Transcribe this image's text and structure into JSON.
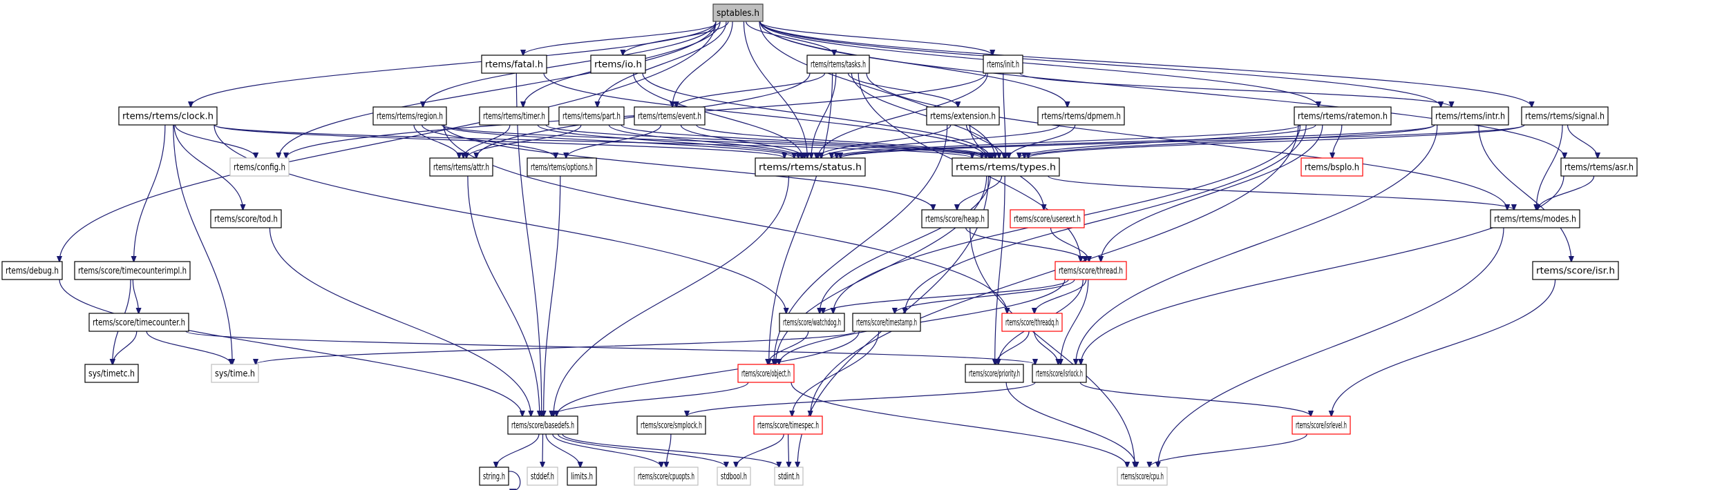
{
  "title": "sptables.h",
  "colors": {
    "edge": "#191970",
    "root_fill": "#bfbfbf",
    "root_border": "#404040",
    "normal_border": "#000000",
    "normal_fill": "#ffffff",
    "external_border": "#bfbfbf",
    "truncated_border": "#ff0000"
  },
  "node_styles": {
    "root": "root node (the documented file)",
    "normal": "documented header",
    "external": "undocumented / system header",
    "truncated": "node with hidden children (red border)"
  },
  "nodes": [
    {
      "id": "sptables",
      "label": "sptables.h",
      "style": "root"
    },
    {
      "id": "fatal",
      "label": "rtems/fatal.h",
      "style": "normal"
    },
    {
      "id": "io",
      "label": "rtems/io.h",
      "style": "normal"
    },
    {
      "id": "tasks",
      "label": "rtems/rtems/tasks.h",
      "style": "normal"
    },
    {
      "id": "init",
      "label": "rtems/init.h",
      "style": "normal"
    },
    {
      "id": "clock",
      "label": "rtems/rtems/clock.h",
      "style": "normal"
    },
    {
      "id": "region",
      "label": "rtems/rtems/region.h",
      "style": "normal"
    },
    {
      "id": "timer",
      "label": "rtems/rtems/timer.h",
      "style": "normal"
    },
    {
      "id": "part",
      "label": "rtems/rtems/part.h",
      "style": "normal"
    },
    {
      "id": "event",
      "label": "rtems/rtems/event.h",
      "style": "normal"
    },
    {
      "id": "extension",
      "label": "rtems/extension.h",
      "style": "normal"
    },
    {
      "id": "dpmem",
      "label": "rtems/rtems/dpmem.h",
      "style": "normal"
    },
    {
      "id": "ratemon",
      "label": "rtems/rtems/ratemon.h",
      "style": "normal"
    },
    {
      "id": "intr",
      "label": "rtems/rtems/intr.h",
      "style": "normal"
    },
    {
      "id": "signal",
      "label": "rtems/rtems/signal.h",
      "style": "normal"
    },
    {
      "id": "config",
      "label": "rtems/config.h",
      "style": "external"
    },
    {
      "id": "attr",
      "label": "rtems/rtems/attr.h",
      "style": "normal"
    },
    {
      "id": "options",
      "label": "rtems/rtems/options.h",
      "style": "normal"
    },
    {
      "id": "status",
      "label": "rtems/rtems/status.h",
      "style": "normal"
    },
    {
      "id": "types",
      "label": "rtems/rtems/types.h",
      "style": "normal"
    },
    {
      "id": "bsplo",
      "label": "rtems/bspIo.h",
      "style": "truncated"
    },
    {
      "id": "asr",
      "label": "rtems/rtems/asr.h",
      "style": "normal"
    },
    {
      "id": "tod",
      "label": "rtems/score/tod.h",
      "style": "normal"
    },
    {
      "id": "heap",
      "label": "rtems/score/heap.h",
      "style": "normal"
    },
    {
      "id": "userext",
      "label": "rtems/score/userext.h",
      "style": "truncated"
    },
    {
      "id": "modes",
      "label": "rtems/rtems/modes.h",
      "style": "normal"
    },
    {
      "id": "debug",
      "label": "rtems/debug.h",
      "style": "normal"
    },
    {
      "id": "tcimpl",
      "label": "rtems/score/timecounterimpl.h",
      "style": "normal"
    },
    {
      "id": "thread",
      "label": "rtems/score/thread.h",
      "style": "truncated"
    },
    {
      "id": "isr",
      "label": "rtems/score/isr.h",
      "style": "normal"
    },
    {
      "id": "timecounter",
      "label": "rtems/score/timecounter.h",
      "style": "normal"
    },
    {
      "id": "watchdog",
      "label": "rtems/score/watchdog.h",
      "style": "normal"
    },
    {
      "id": "timestamp",
      "label": "rtems/score/timestamp.h",
      "style": "normal"
    },
    {
      "id": "threadq",
      "label": "rtems/score/threadq.h",
      "style": "truncated"
    },
    {
      "id": "timetc",
      "label": "sys/timetc.h",
      "style": "normal"
    },
    {
      "id": "systime",
      "label": "sys/time.h",
      "style": "external"
    },
    {
      "id": "object",
      "label": "rtems/score/object.h",
      "style": "truncated"
    },
    {
      "id": "priority",
      "label": "rtems/score/priority.h",
      "style": "normal"
    },
    {
      "id": "isrlock",
      "label": "rtems/score/isrlock.h",
      "style": "normal"
    },
    {
      "id": "basedefs",
      "label": "rtems/score/basedefs.h",
      "style": "normal"
    },
    {
      "id": "smplock",
      "label": "rtems/score/smplock.h",
      "style": "normal"
    },
    {
      "id": "timespec",
      "label": "rtems/score/timespec.h",
      "style": "truncated"
    },
    {
      "id": "isrlevel",
      "label": "rtems/score/isrlevel.h",
      "style": "truncated"
    },
    {
      "id": "string",
      "label": "string.h",
      "style": "normal"
    },
    {
      "id": "stddef",
      "label": "stddef.h",
      "style": "external"
    },
    {
      "id": "limits",
      "label": "limits.h",
      "style": "normal"
    },
    {
      "id": "cpuopts",
      "label": "rtems/score/cpuopts.h",
      "style": "external"
    },
    {
      "id": "stdbool",
      "label": "stdbool.h",
      "style": "external"
    },
    {
      "id": "stdint",
      "label": "stdint.h",
      "style": "external"
    },
    {
      "id": "cpu",
      "label": "rtems/score/cpu.h",
      "style": "external"
    }
  ],
  "edges": [
    [
      "sptables",
      "fatal"
    ],
    [
      "sptables",
      "io"
    ],
    [
      "sptables",
      "tasks"
    ],
    [
      "sptables",
      "init"
    ],
    [
      "sptables",
      "clock"
    ],
    [
      "sptables",
      "region"
    ],
    [
      "sptables",
      "timer"
    ],
    [
      "sptables",
      "part"
    ],
    [
      "sptables",
      "event"
    ],
    [
      "sptables",
      "dpmem"
    ],
    [
      "sptables",
      "ratemon"
    ],
    [
      "sptables",
      "intr"
    ],
    [
      "sptables",
      "signal"
    ],
    [
      "sptables",
      "asr"
    ],
    [
      "sptables",
      "debug"
    ],
    [
      "sptables",
      "config"
    ],
    [
      "sptables",
      "status"
    ],
    [
      "sptables",
      "types"
    ],
    [
      "fatal",
      "basedefs"
    ],
    [
      "fatal",
      "types"
    ],
    [
      "io",
      "status"
    ],
    [
      "io",
      "types"
    ],
    [
      "tasks",
      "event"
    ],
    [
      "tasks",
      "extension"
    ],
    [
      "tasks",
      "status"
    ],
    [
      "tasks",
      "types"
    ],
    [
      "tasks",
      "modes"
    ],
    [
      "tasks",
      "thread"
    ],
    [
      "tasks",
      "object"
    ],
    [
      "tasks",
      "attr"
    ],
    [
      "init",
      "config"
    ],
    [
      "init",
      "types"
    ],
    [
      "init",
      "status"
    ],
    [
      "init",
      "intr"
    ],
    [
      "clock",
      "config"
    ],
    [
      "clock",
      "status"
    ],
    [
      "clock",
      "types"
    ],
    [
      "clock",
      "tod"
    ],
    [
      "clock",
      "tcimpl"
    ],
    [
      "clock",
      "systime"
    ],
    [
      "clock",
      "watchdog"
    ],
    [
      "region",
      "attr"
    ],
    [
      "region",
      "options"
    ],
    [
      "region",
      "status"
    ],
    [
      "region",
      "types"
    ],
    [
      "region",
      "heap"
    ],
    [
      "region",
      "threadq"
    ],
    [
      "timer",
      "attr"
    ],
    [
      "timer",
      "status"
    ],
    [
      "timer",
      "types"
    ],
    [
      "part",
      "attr"
    ],
    [
      "part",
      "status"
    ],
    [
      "part",
      "types"
    ],
    [
      "event",
      "options"
    ],
    [
      "event",
      "status"
    ],
    [
      "event",
      "types"
    ],
    [
      "extension",
      "status"
    ],
    [
      "extension",
      "types"
    ],
    [
      "extension",
      "userext"
    ],
    [
      "extension",
      "object"
    ],
    [
      "dpmem",
      "status"
    ],
    [
      "dpmem",
      "types"
    ],
    [
      "ratemon",
      "status"
    ],
    [
      "ratemon",
      "types"
    ],
    [
      "ratemon",
      "bsplo"
    ],
    [
      "ratemon",
      "thread"
    ],
    [
      "ratemon",
      "watchdog"
    ],
    [
      "ratemon",
      "timestamp"
    ],
    [
      "ratemon",
      "timespec"
    ],
    [
      "intr",
      "status"
    ],
    [
      "intr",
      "types"
    ],
    [
      "intr",
      "isr"
    ],
    [
      "intr",
      "isrlock"
    ],
    [
      "signal",
      "asr"
    ],
    [
      "signal",
      "modes"
    ],
    [
      "signal",
      "types"
    ],
    [
      "signal",
      "status"
    ],
    [
      "asr",
      "modes"
    ],
    [
      "asr",
      "isrlock"
    ],
    [
      "attr",
      "basedefs"
    ],
    [
      "options",
      "basedefs"
    ],
    [
      "status",
      "basedefs"
    ],
    [
      "types",
      "heap"
    ],
    [
      "types",
      "object"
    ],
    [
      "types",
      "watchdog"
    ],
    [
      "types",
      "modes"
    ],
    [
      "types",
      "priority"
    ],
    [
      "types",
      "stdint"
    ],
    [
      "tod",
      "basedefs"
    ],
    [
      "heap",
      "thread"
    ],
    [
      "heap",
      "cpu"
    ],
    [
      "userext",
      "thread"
    ],
    [
      "modes",
      "cpu"
    ],
    [
      "debug",
      "basedefs"
    ],
    [
      "tcimpl",
      "timecounter"
    ],
    [
      "tcimpl",
      "timetc"
    ],
    [
      "timecounter",
      "timetc"
    ],
    [
      "timecounter",
      "systime"
    ],
    [
      "timecounter",
      "isrlock"
    ],
    [
      "thread",
      "watchdog"
    ],
    [
      "thread",
      "timestamp"
    ],
    [
      "thread",
      "threadq"
    ],
    [
      "thread",
      "object"
    ],
    [
      "thread",
      "priority"
    ],
    [
      "thread",
      "isrlock"
    ],
    [
      "isr",
      "isrlevel"
    ],
    [
      "watchdog",
      "object"
    ],
    [
      "timestamp",
      "systime"
    ],
    [
      "timestamp",
      "basedefs"
    ],
    [
      "timestamp",
      "timespec"
    ],
    [
      "threadq",
      "priority"
    ],
    [
      "threadq",
      "isrlock"
    ],
    [
      "object",
      "basedefs"
    ],
    [
      "object",
      "cpu"
    ],
    [
      "priority",
      "cpu"
    ],
    [
      "isrlock",
      "smplock"
    ],
    [
      "isrlock",
      "isrlevel"
    ],
    [
      "basedefs",
      "string"
    ],
    [
      "basedefs",
      "stddef"
    ],
    [
      "basedefs",
      "limits"
    ],
    [
      "basedefs",
      "cpuopts"
    ],
    [
      "basedefs",
      "stdbool"
    ],
    [
      "basedefs",
      "stdint"
    ],
    [
      "smplock",
      "cpuopts"
    ],
    [
      "timespec",
      "stdbool"
    ],
    [
      "timespec",
      "stdint"
    ],
    [
      "isrlevel",
      "cpu"
    ],
    [
      "string",
      "string"
    ]
  ]
}
